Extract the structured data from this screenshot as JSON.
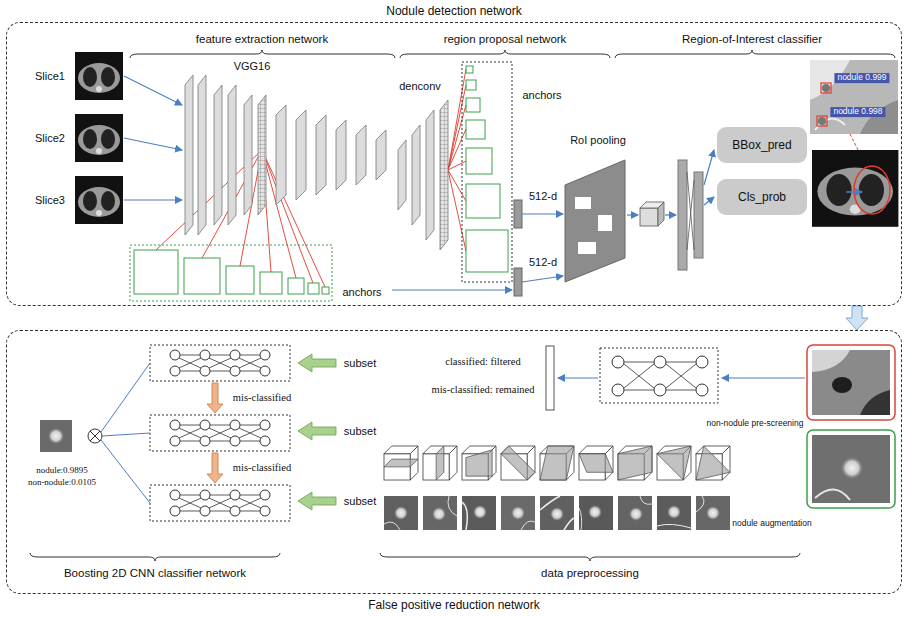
{
  "diagram": {
    "nodes": [
      {
        "text": [
          "Nodule detection network"
        ]
      },
      {
        "text": [
          "BBox_pred"
        ],
        "in": 0
      },
      {
        "text": [
          "Cls_prob"
        ],
        "in": 0
      },
      {
        "text": [
          "False positive reduction network"
        ]
      }
    ],
    "edges": [
      {
        "from": 0,
        "to": 3,
        "arrow": "to"
      }
    ],
    "labels": [
      "feature extraction network",
      "region proposal network",
      "Region-of-Interest classifier",
      "Slice1",
      "Slice2",
      "Slice3",
      "VGG16",
      "denconv",
      "anchors",
      "512-d",
      "RoI pooling",
      "anchors",
      "512-d",
      "nodule 0.999",
      "nodule 0.998",
      "subset",
      "mis-classified",
      "subset",
      "mis-classified",
      "subset",
      "classified: filtered",
      "mis-classified: remained",
      "non-nodule pre-screening",
      "nodule:0.9895",
      "non-nodule:0.0105",
      "nodule augmentation",
      "Boosting 2D CNN classifier network",
      "data preprocessing"
    ]
  }
}
